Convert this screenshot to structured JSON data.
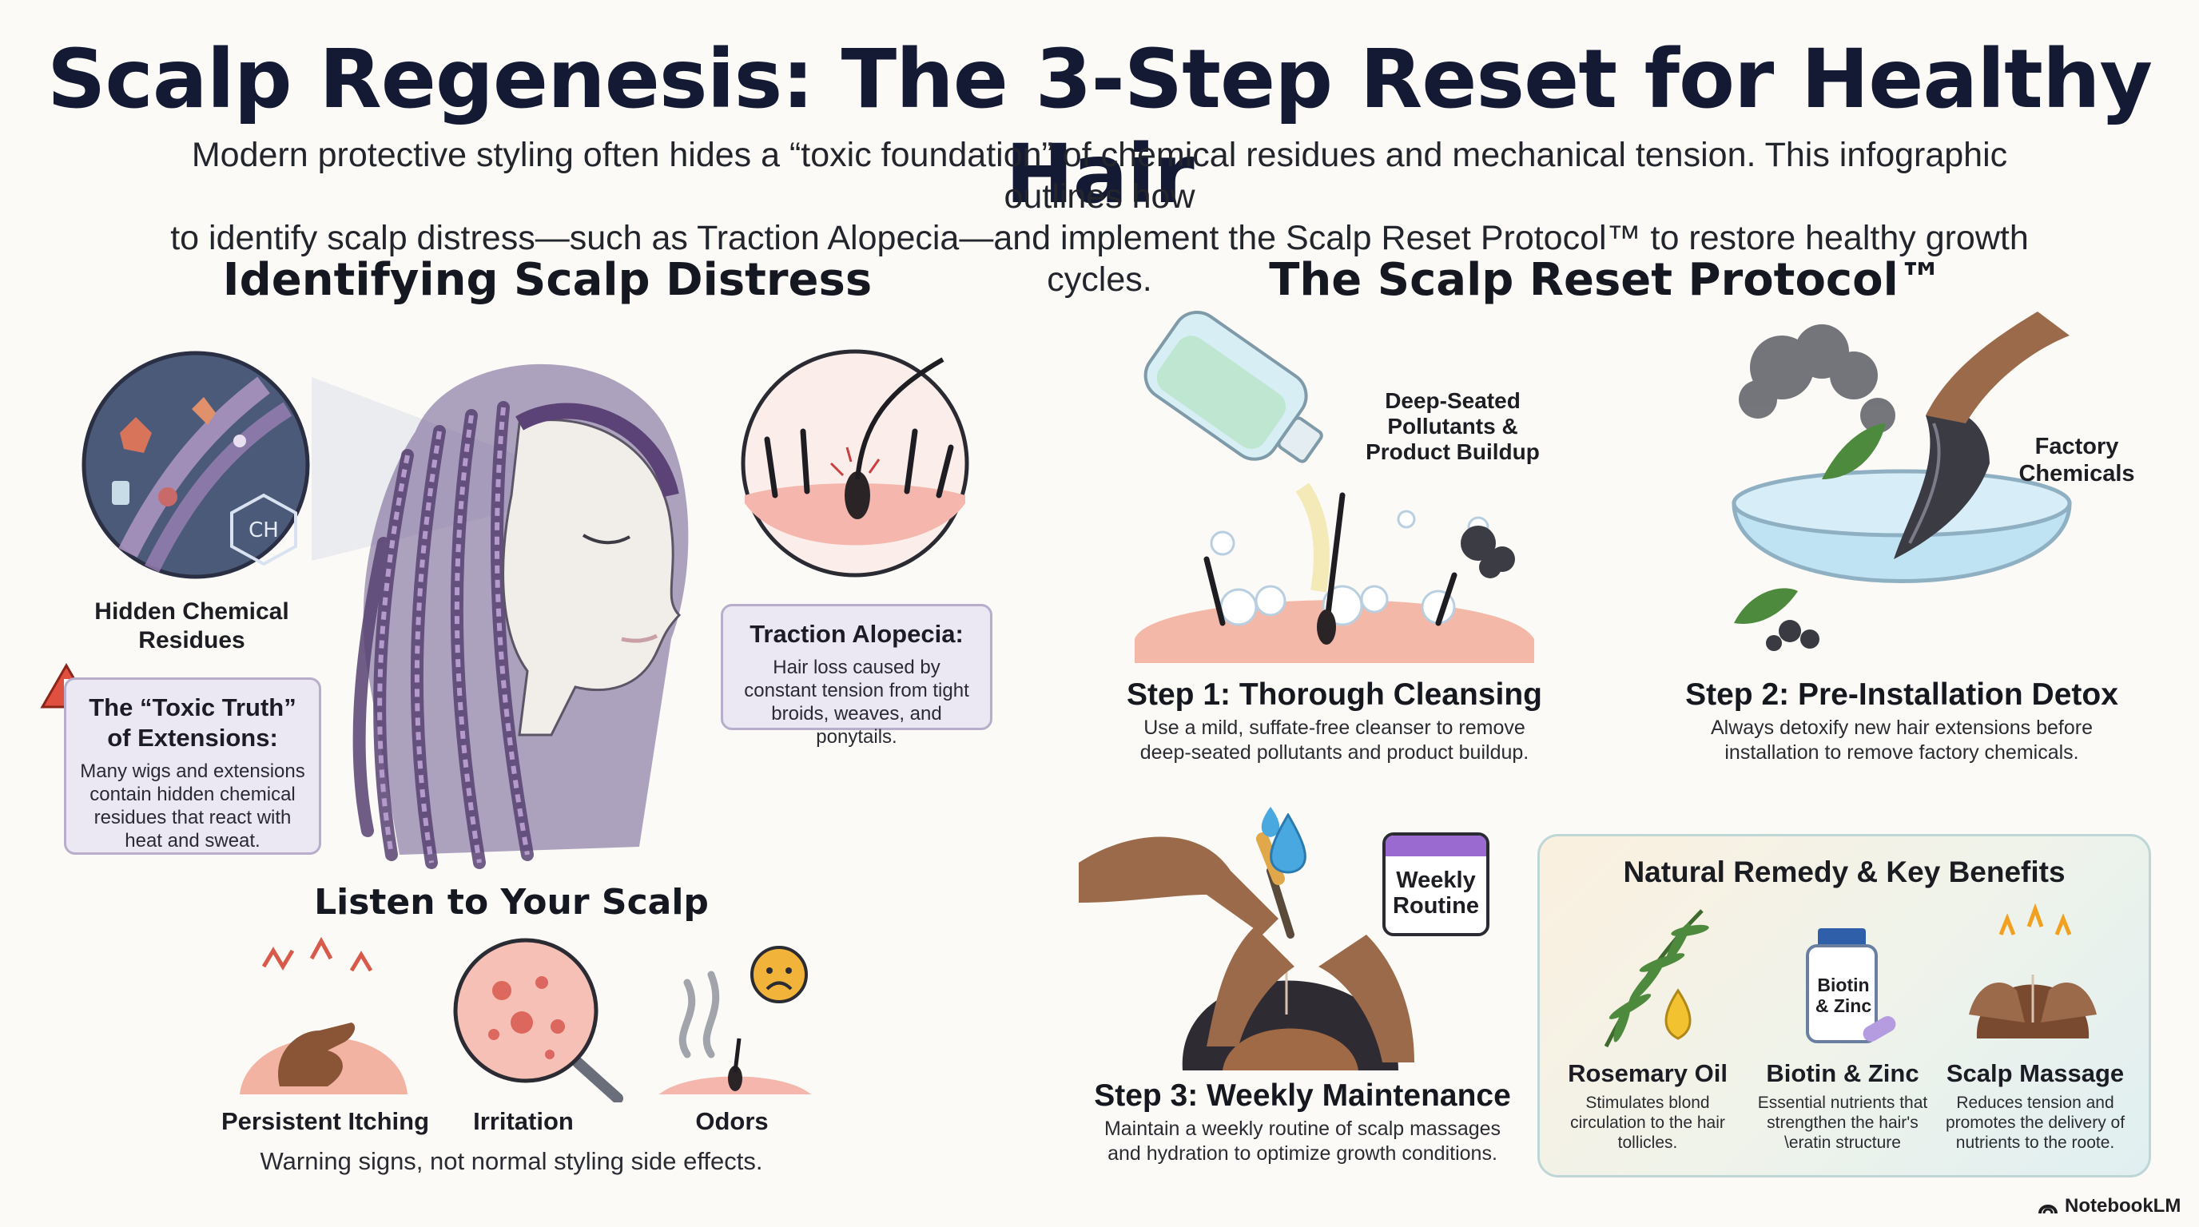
{
  "header": {
    "title": "Scalp Regenesis: The 3-Step Reset for Healthy Hair",
    "intro_line1": "Modern protective styling often hides a “toxic foundation” of chemical residues and mechanical tension. This infographic outlines how",
    "intro_line2": "to identify scalp distress—such as Traction Alopecia—and implement the Scalp Reset Protocol™ to restore healthy growth cycles."
  },
  "left": {
    "section_title": "Identifying Scalp Distress",
    "hidden_residues": "Hidden Chemical Residues",
    "molecule_text": "CH",
    "toxic": {
      "title": "The “Toxic Truth” of Extensions:",
      "body": "Many wigs and extensions contain hidden chemical residues that react with heat and sweat."
    },
    "traction": {
      "title": "Traction Alopecia:",
      "body": "Hair loss caused by constant tension from tight broids, weaves, and ponytails."
    },
    "listen_title": "Listen to Your Scalp",
    "signs": [
      {
        "label": "Persistent Itching",
        "icon": "itching-scalp-icon"
      },
      {
        "label": "Irritation",
        "icon": "irritation-magnifier-icon"
      },
      {
        "label": "Odors",
        "icon": "odor-icon"
      }
    ],
    "warning_note": "Warning signs, not normal styling side effects."
  },
  "right": {
    "section_title": "The Scalp Reset Protocol™",
    "step1": {
      "annotation": "Deep-Seated Pollutants & Product Buildup",
      "title": "Step 1: Thorough Cleansing",
      "body": "Use a mild, suffate-free cleanser to remove deep-seated pollutants and product buildup."
    },
    "step2": {
      "annotation": "Factory Chemicals",
      "title": "Step 2: Pre-Installation Detox",
      "body": "Always detoxify new hair extensions before installation to remove factory chemicals."
    },
    "step3": {
      "calendar": "Weekly Routine",
      "title": "Step 3: Weekly Maintenance",
      "body": "Maintain a weekly routine of scalp massages and hydration to optimize growth conditions."
    },
    "remedy": {
      "title": "Natural Remedy & Key Benefits",
      "bottle_label": "Biotin & Zinc",
      "items": [
        {
          "title": "Rosemary Oil",
          "body": "Stimulates blond circulation to the hair tollicles."
        },
        {
          "title": "Biotin & Zinc",
          "body": "Essential nutrients that strengthen the hair's \\eratin structure"
        },
        {
          "title": "Scalp Massage",
          "body": "Reduces tension and promotes the delivery of nutrients to the roote."
        }
      ]
    }
  },
  "footer": {
    "brand": "NotebookLM"
  },
  "colors": {
    "title": "#141a33",
    "skin": "#f3c6b8",
    "braid": "#8a6fa8",
    "water": "#b8def0",
    "callout_bg": "#ece8f3",
    "accent_warning": "#e05040"
  }
}
